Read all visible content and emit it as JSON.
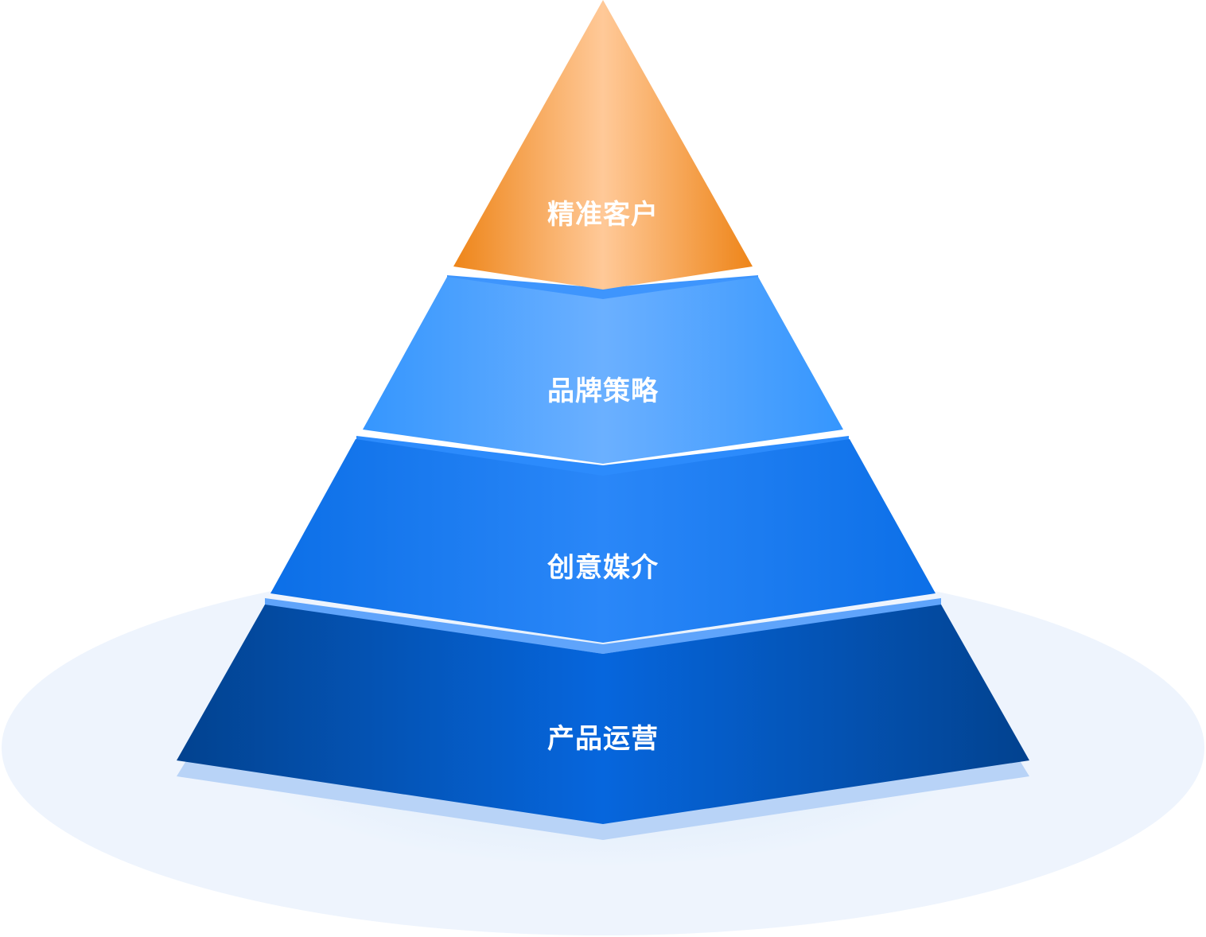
{
  "diagram": {
    "tiers": [
      {
        "label": "精准客户",
        "color_edge": "#EE8519",
        "color_center": "#FFC998"
      },
      {
        "label": "品牌策略",
        "color_edge": "#3596FE",
        "color_center": "#6BB0FF"
      },
      {
        "label": "创意媒介",
        "color_edge": "#0C6FE7",
        "color_center": "#2A87F8"
      },
      {
        "label": "产品运营",
        "color_edge": "#02428F",
        "color_center": "#0666DD"
      }
    ],
    "base_color": "#EAF2FD"
  }
}
